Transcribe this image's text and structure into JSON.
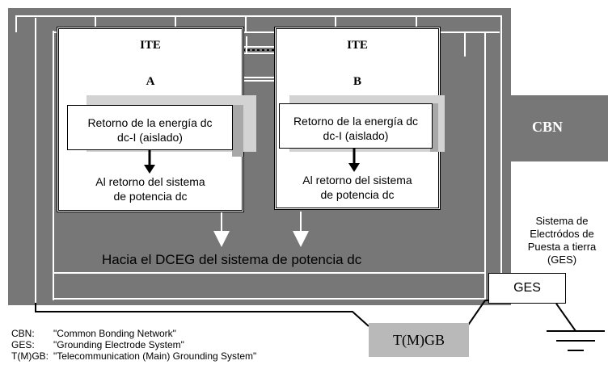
{
  "colors": {
    "cbn_gray": "#777777",
    "shadow_light": "#d3d3d3",
    "shadow_dark": "#a8a8a8",
    "tmgb_gray": "#b9b9b9"
  },
  "ite_a": {
    "title": "ITE",
    "letter": "A",
    "return_line1": "Retorno de la energía dc",
    "return_line2": "dc-I (aislado)",
    "to_return_line1": "Al retorno del sistema",
    "to_return_line2": "de potencia dc"
  },
  "ite_b": {
    "title": "ITE",
    "letter": "B",
    "return_line1": "Retorno de la energía dc",
    "return_line2": "dc-I (aislado)",
    "to_return_line1": "Al retorno del sistema",
    "to_return_line2": "de potencia dc"
  },
  "cbn_label": "CBN",
  "hacia_label": "Hacia el DCEG del sistema de potencia dc",
  "ges": {
    "box_label": "GES",
    "desc_line1": "Sistema de",
    "desc_line2": "Electródos de",
    "desc_line3": "Puesta a tierra",
    "desc_line4": "(GES)"
  },
  "tmgb_label": "T(M)GB",
  "legend": [
    {
      "key": "CBN:",
      "value": "\"Common Bonding Network\""
    },
    {
      "key": "GES:",
      "value": "\"Grounding Electrode System\""
    },
    {
      "key": "T(M)GB:",
      "value": "\"Telecommunication (Main) Grounding System\""
    }
  ]
}
